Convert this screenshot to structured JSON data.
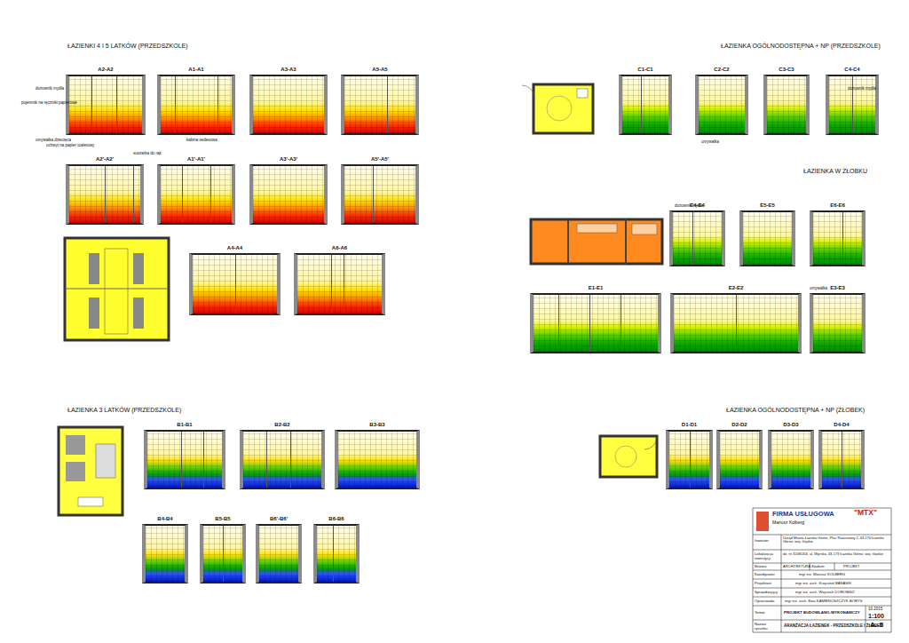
{
  "diagram": {
    "nodes": [
      {
        "text": [
          "A2-A2"
        ]
      },
      {
        "text": [
          "A1-A1"
        ]
      },
      {
        "text": [
          "A3-A3"
        ]
      },
      {
        "text": [
          "A5-A5"
        ]
      },
      {
        "text": [
          "A2'-A2'"
        ]
      },
      {
        "text": [
          "A1'-A1'"
        ]
      },
      {
        "text": [
          "A3'-A3'"
        ]
      },
      {
        "text": [
          "A5'-A5'"
        ]
      },
      {
        "text": [
          "A4-A4"
        ]
      },
      {
        "text": [
          "A6-A6"
        ]
      },
      {
        "text": [
          "C1-C1"
        ]
      },
      {
        "text": [
          "C2-C2"
        ]
      },
      {
        "text": [
          "C3-C3"
        ]
      },
      {
        "text": [
          "C4-C4"
        ]
      },
      {
        "text": [
          "E4-E4"
        ]
      },
      {
        "text": [
          "E5-E5"
        ]
      },
      {
        "text": [
          "E6-E6"
        ]
      },
      {
        "text": [
          "E1-E1"
        ]
      },
      {
        "text": [
          "E2-E2"
        ]
      },
      {
        "text": [
          "E3-E3"
        ]
      },
      {
        "text": [
          "B1-B1"
        ]
      },
      {
        "text": [
          "B2-B2"
        ]
      },
      {
        "text": [
          "B3-B3"
        ]
      },
      {
        "text": [
          "B4-B4"
        ]
      },
      {
        "text": [
          "B5-B5"
        ]
      },
      {
        "text": [
          "B6'-B6'"
        ]
      },
      {
        "text": [
          "B6-B6"
        ]
      },
      {
        "text": [
          "D1-D1"
        ]
      },
      {
        "text": [
          "D2-D2"
        ]
      },
      {
        "text": [
          "D3-D3"
        ]
      },
      {
        "text": [
          "D4-D4"
        ]
      }
    ],
    "labels": [
      "ŁAZIENKI 4 I 5 LATKÓW (PRZEDSZKOLE)",
      "ŁAZIENKA OGÓLNODOSTĘPNA + NP (PRZEDSZKOLE)",
      "ŁAZIENKA W ŻŁOBKU",
      "ŁAZIENKA 3 LATKÓW (PRZEDSZKOLE)",
      "ŁAZIENKA OGÓLNODOSTĘPNA + NP (ŻŁOBEK)",
      "dozownik mydła",
      "pojemnik na ręczniki papierowe",
      "umywalka dziecięca",
      "uchwyt na papier toaletowy",
      "kabina sedesowa",
      "suszarka do rąk",
      "dozownik mydła",
      "umywalka",
      "dozownik mydła",
      "umywalka",
      "FIRMA USŁUGOWA",
      "\"MTX\"",
      "Mariusz Kolberg",
      "Inwestor",
      "Urząd Miasta Łaziska Górne, Plac Ratuszowy 1, 43-170 Łaziska Górne, woj. śląskie",
      "Lokalizacja inwestycji",
      "dz. nr 3248/204, ul. Wyrska, 43-173 Łaziska Górne, woj. śląskie",
      "Branża",
      "ARCHITEKTURA",
      "Stadium",
      "PROJEKT",
      "Koordynator",
      "mgr inż. Mariusz KOLBERG",
      "Projektant",
      "mgr inż. arch. Krzysztof BANASIK",
      "Sprawdzający",
      "mgr inż. arch. Wojciech DOROBISZ",
      "Opracowała",
      "mgr inż. arch. Ewa KAMIENOSZCZYK-BORYS",
      "Temat",
      "PROJEKT BUDOWLANO-WYKONAWCZY",
      "10.2015",
      "1:100",
      "Nazwa rysunku",
      "ARANŻACJA ŁAZIENEK - PRZEDSZKOLE I ŻŁOBEK",
      "A.-5"
    ]
  }
}
